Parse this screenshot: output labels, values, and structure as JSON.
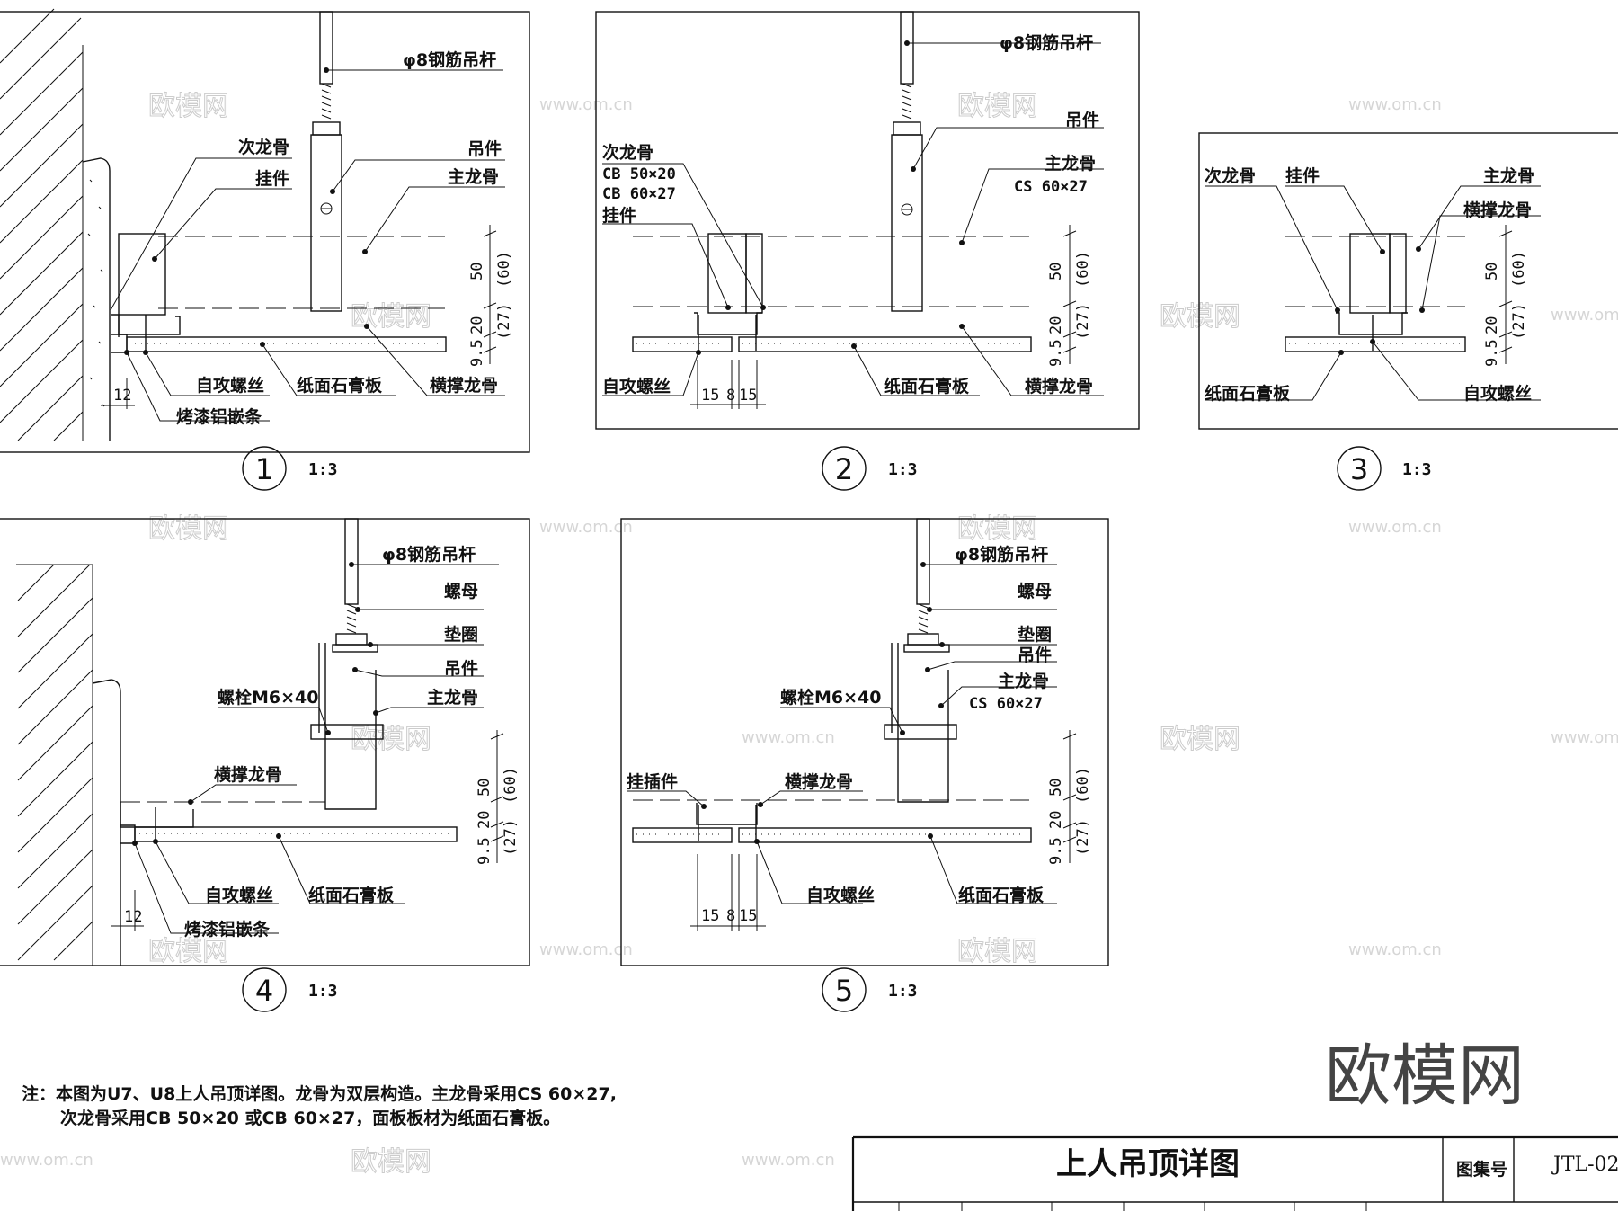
{
  "details": {
    "d1": {
      "number": "1",
      "scale": "1:3",
      "rod": "φ8钢筋吊杆",
      "hanger": "吊件",
      "main_keel": "主龙骨",
      "secondary_keel": "次龙骨",
      "clip": "挂件",
      "screw": "自攻螺丝",
      "gypsum": "纸面石膏板",
      "cross_keel": "横撑龙骨",
      "trim": "烤漆铝嵌条",
      "gap": "12",
      "dim_50": "50",
      "dim_60": "(60)",
      "dim_20": "20",
      "dim_27": "(27)",
      "dim_9": "9.5"
    },
    "d2": {
      "number": "2",
      "scale": "1:3",
      "rod": "φ8钢筋吊杆",
      "hanger": "吊件",
      "main_keel": "主龙骨",
      "main_spec": "CS 60×27",
      "secondary_keel": "次龙骨",
      "sec_spec_1": "CB 50×20",
      "sec_spec_2": "CB 60×27",
      "clip": "挂件",
      "screw": "自攻螺丝",
      "gypsum": "纸面石膏板",
      "cross_keel": "横撑龙骨",
      "dim_a": "15",
      "dim_b": "8",
      "dim_c": "15",
      "dim_50": "50",
      "dim_60": "(60)",
      "dim_20": "20",
      "dim_27": "(27)",
      "dim_9": "9.5"
    },
    "d3": {
      "number": "3",
      "scale": "1:3",
      "secondary_keel": "次龙骨",
      "clip": "挂件",
      "main_keel": "主龙骨",
      "cross_keel": "横撑龙骨",
      "gypsum": "纸面石膏板",
      "screw": "自攻螺丝",
      "dim_50": "50",
      "dim_60": "(60)",
      "dim_20": "20",
      "dim_27": "(27)",
      "dim_9": "9.5"
    },
    "d4": {
      "number": "4",
      "scale": "1:3",
      "rod": "φ8钢筋吊杆",
      "nut": "螺母",
      "washer": "垫圈",
      "hanger": "吊件",
      "bolt": "螺栓M6×40",
      "main_keel": "主龙骨",
      "cross_keel": "横撑龙骨",
      "screw": "自攻螺丝",
      "gypsum": "纸面石膏板",
      "trim": "烤漆铝嵌条",
      "gap": "12",
      "dim_50": "50",
      "dim_60": "(60)",
      "dim_20": "20",
      "dim_27": "(27)",
      "dim_9": "9.5"
    },
    "d5": {
      "number": "5",
      "scale": "1:3",
      "rod": "φ8钢筋吊杆",
      "nut": "螺母",
      "washer": "垫圈",
      "hanger": "吊件",
      "bolt": "螺栓M6×40",
      "main_keel": "主龙骨",
      "main_spec": "CS 60×27",
      "insert": "挂插件",
      "cross_keel": "横撑龙骨",
      "screw": "自攻螺丝",
      "gypsum": "纸面石膏板",
      "dim_a": "15",
      "dim_b": "8",
      "dim_c": "15",
      "dim_50": "50",
      "dim_60": "(60)",
      "dim_20": "20",
      "dim_27": "(27)",
      "dim_9": "9.5"
    }
  },
  "note": {
    "line1": "注：本图为U7、U8上人吊顶详图。龙骨为双层构造。主龙骨采用CS 60×27,",
    "line2": "次龙骨采用CB 50×20 或CB 60×27，面板板材为纸面石膏板。"
  },
  "title_block": {
    "title": "上人吊顶详图",
    "atlas_label": "图集号",
    "atlas_number": "JTL-02"
  },
  "watermarks": {
    "brand": "欧模网",
    "site": "www.om.cn"
  }
}
